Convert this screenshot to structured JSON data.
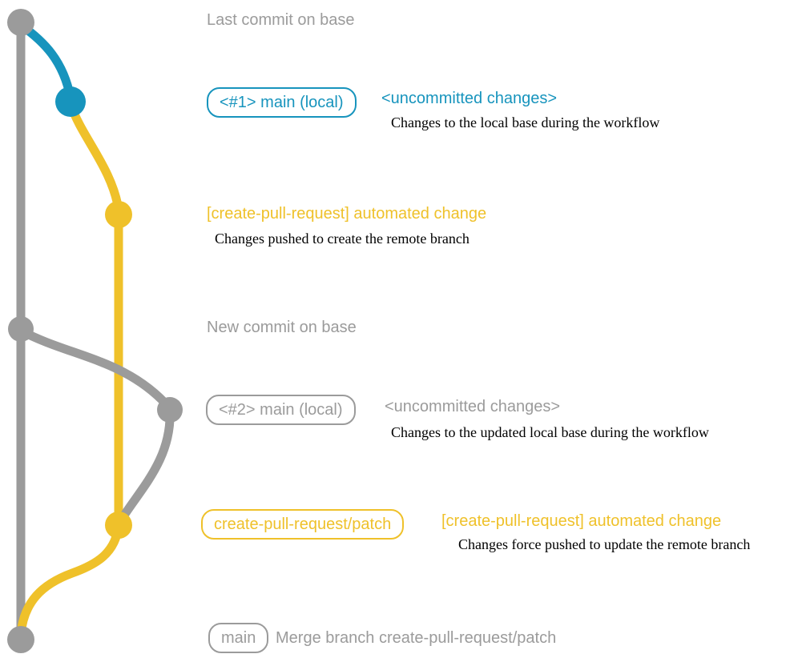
{
  "colors": {
    "gray": "#9b9b9b",
    "blue": "#1794bd",
    "yellow": "#efc12a",
    "black": "#000000",
    "background": "#ffffff"
  },
  "diagram": {
    "type": "git-graph",
    "branches": [
      {
        "name": "base",
        "color_key": "gray"
      },
      {
        "name": "main (local) during workflow #1",
        "color_key": "blue"
      },
      {
        "name": "create-pull-request/patch",
        "color_key": "yellow"
      },
      {
        "name": "main (local) during workflow #2",
        "color_key": "gray"
      }
    ],
    "commits": [
      {
        "label": "Last commit on base",
        "branch": "base",
        "color_key": "gray"
      },
      {
        "label": "<#1> main (local) <uncommitted changes>",
        "branch": "main (local) during workflow #1",
        "color_key": "blue"
      },
      {
        "label": "[create-pull-request] automated change",
        "branch": "create-pull-request/patch",
        "color_key": "yellow"
      },
      {
        "label": "New commit on base",
        "branch": "base",
        "color_key": "gray"
      },
      {
        "label": "<#2> main (local) <uncommitted changes>",
        "branch": "main (local) during workflow #2",
        "color_key": "gray"
      },
      {
        "label": "[create-pull-request] automated change (force pushed)",
        "branch": "create-pull-request/patch",
        "color_key": "yellow"
      },
      {
        "label": "Merge branch create-pull-request/patch",
        "branch": "base",
        "color_key": "gray"
      }
    ]
  },
  "rows": {
    "row1": {
      "title": "Last commit on base"
    },
    "row2": {
      "chip": "<#1> main (local)",
      "heading": "<uncommitted changes>",
      "description": "Changes to the local base during the workflow"
    },
    "row3": {
      "heading": "[create-pull-request] automated change",
      "description": "Changes pushed to create the remote branch"
    },
    "row4": {
      "title": "New commit on base"
    },
    "row5": {
      "chip": "<#2> main (local)",
      "heading": "<uncommitted changes>",
      "description": "Changes to the updated local base during the workflow"
    },
    "row6": {
      "chip": "create-pull-request/patch",
      "heading": "[create-pull-request] automated change",
      "description": "Changes force pushed to update the remote branch"
    },
    "row7": {
      "chip": "main",
      "title": "Merge branch create-pull-request/patch"
    }
  }
}
